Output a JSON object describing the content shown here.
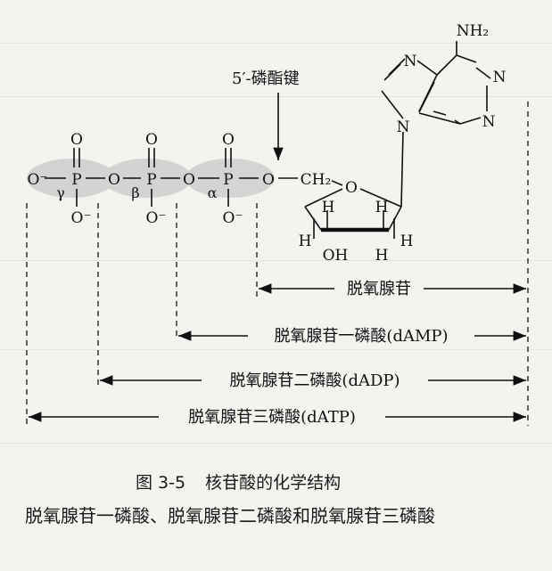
{
  "figure": {
    "atoms": {
      "O": "O",
      "O_minus": "O⁻",
      "P": "P",
      "H": "H",
      "N": "N",
      "OH": "OH",
      "NH2": "NH₂",
      "CH2": "CH₂",
      "gamma": "γ",
      "beta": "β",
      "alpha": "α"
    },
    "bond_label": "5′-磷酯键",
    "spans": {
      "dA": "脱氧腺苷",
      "dAMP": "脱氧腺苷一磷酸(dAMP)",
      "dADP": "脱氧腺苷二磷酸(dADP)",
      "dATP": "脱氧腺苷三磷酸(dATP)"
    }
  },
  "caption": {
    "number": "图 3-5",
    "title": "核苷酸的化学结构"
  },
  "description": "脱氧腺苷一磷酸、脱氧腺苷二磷酸和脱氧腺苷三磷酸"
}
